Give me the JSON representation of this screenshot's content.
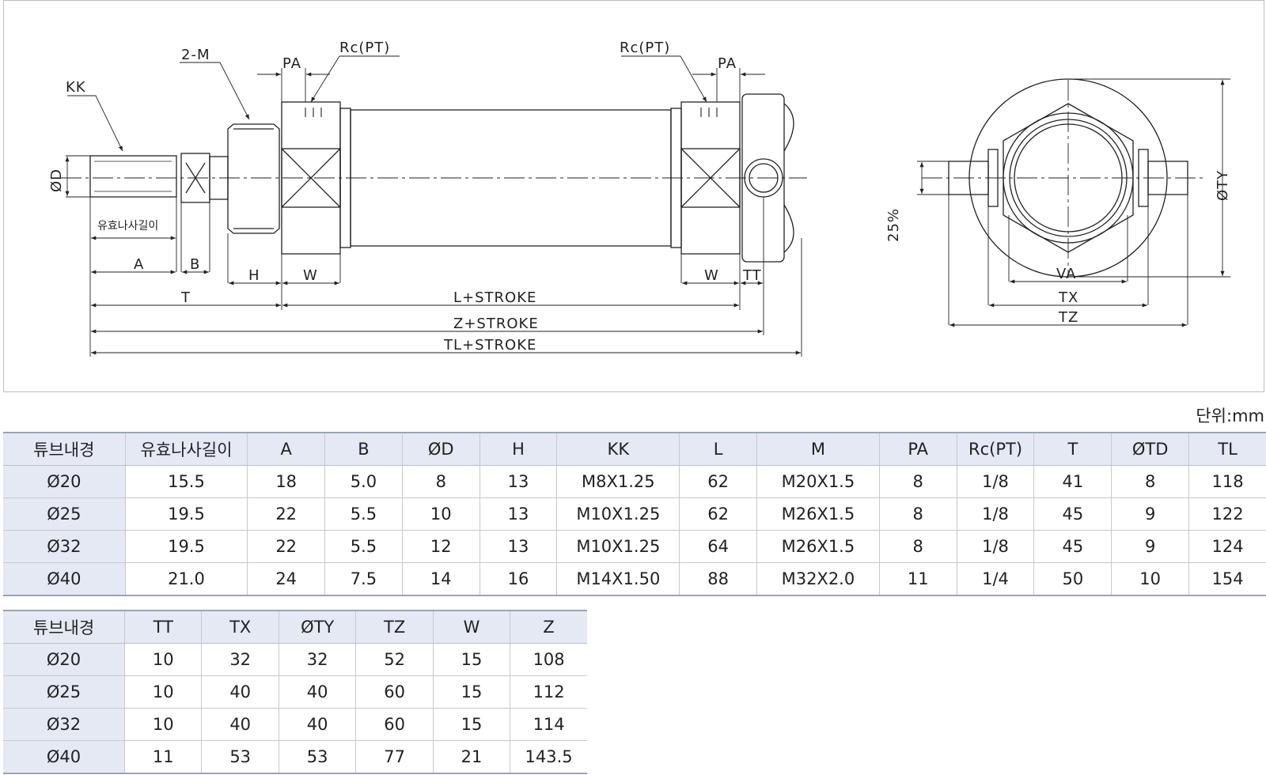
{
  "drawing": {
    "labels": {
      "kk": "KK",
      "two_m": "2-M",
      "pa_left": "PA",
      "rc_left": "Rc(PT)",
      "rc_right": "Rc(PT)",
      "pa_right": "PA",
      "od": "ØD",
      "thread_length": "유효나사길이",
      "a": "A",
      "b": "B",
      "h": "H",
      "w_left": "W",
      "w_right": "W",
      "tt": "TT",
      "t": "T",
      "l_stroke": "L+STROKE",
      "z_stroke": "Z+STROKE",
      "tl_stroke": "TL+STROKE",
      "pct": "25%",
      "va": "VA",
      "tx": "TX",
      "tz": "TZ",
      "oty": "ØTY"
    }
  },
  "unit": "단위:mm",
  "table1": {
    "headers": [
      "튜브내경",
      "유효나사길이",
      "A",
      "B",
      "ØD",
      "H",
      "KK",
      "L",
      "M",
      "PA",
      "Rc(PT)",
      "T",
      "ØTD",
      "TL"
    ],
    "rows": [
      [
        "Ø20",
        "15.5",
        "18",
        "5.0",
        "8",
        "13",
        "M8X1.25",
        "62",
        "M20X1.5",
        "8",
        "1/8",
        "41",
        "8",
        "118"
      ],
      [
        "Ø25",
        "19.5",
        "22",
        "5.5",
        "10",
        "13",
        "M10X1.25",
        "62",
        "M26X1.5",
        "8",
        "1/8",
        "45",
        "9",
        "122"
      ],
      [
        "Ø32",
        "19.5",
        "22",
        "5.5",
        "12",
        "13",
        "M10X1.25",
        "64",
        "M26X1.5",
        "8",
        "1/8",
        "45",
        "9",
        "124"
      ],
      [
        "Ø40",
        "21.0",
        "24",
        "7.5",
        "14",
        "16",
        "M14X1.50",
        "88",
        "M32X2.0",
        "11",
        "1/4",
        "50",
        "10",
        "154"
      ]
    ]
  },
  "table2": {
    "headers": [
      "튜브내경",
      "TT",
      "TX",
      "ØTY",
      "TZ",
      "W",
      "Z"
    ],
    "rows": [
      [
        "Ø20",
        "10",
        "32",
        "32",
        "52",
        "15",
        "108"
      ],
      [
        "Ø25",
        "10",
        "40",
        "40",
        "60",
        "15",
        "112"
      ],
      [
        "Ø32",
        "10",
        "40",
        "40",
        "60",
        "15",
        "114"
      ],
      [
        "Ø40",
        "11",
        "53",
        "53",
        "77",
        "21",
        "143.5"
      ]
    ]
  }
}
